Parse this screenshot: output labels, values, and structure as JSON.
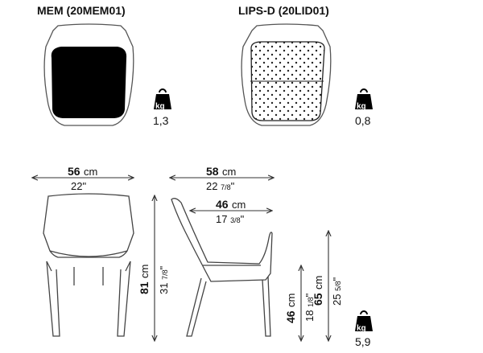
{
  "products": [
    {
      "title": "MEM (20MEM01)",
      "weight": "1,3",
      "weight_icon": "kg-weight-icon"
    },
    {
      "title": "LIPS-D (20LID01)",
      "weight": "0,8",
      "weight_icon": "kg-weight-icon"
    }
  ],
  "chair": {
    "weight": "5,9",
    "weight_icon": "kg-weight-icon",
    "front_width": {
      "cm_value": "56",
      "cm_unit": "cm",
      "inch": "22\""
    },
    "side_depth": {
      "cm_value": "58",
      "cm_unit": "cm",
      "inch_whole": "22",
      "inch_frac": "7/8",
      "inch_mark": "\""
    },
    "seat_depth": {
      "cm_value": "46",
      "cm_unit": "cm",
      "inch_whole": "17",
      "inch_frac": "3/8",
      "inch_mark": "\""
    },
    "total_height": {
      "cm_value": "81",
      "cm_unit": "cm",
      "inch_whole": "31",
      "inch_frac": "7/8",
      "inch_mark": "\""
    },
    "seat_height": {
      "cm_value": "46",
      "cm_unit": "cm",
      "inch_whole": "18",
      "inch_frac": "1/8",
      "inch_mark": "\""
    },
    "arm_height": {
      "cm_value": "65",
      "cm_unit": "cm",
      "inch_whole": "25",
      "inch_frac": "5/8",
      "inch_mark": "\""
    }
  },
  "colors": {
    "line": "#333333",
    "pad": "#000000"
  }
}
